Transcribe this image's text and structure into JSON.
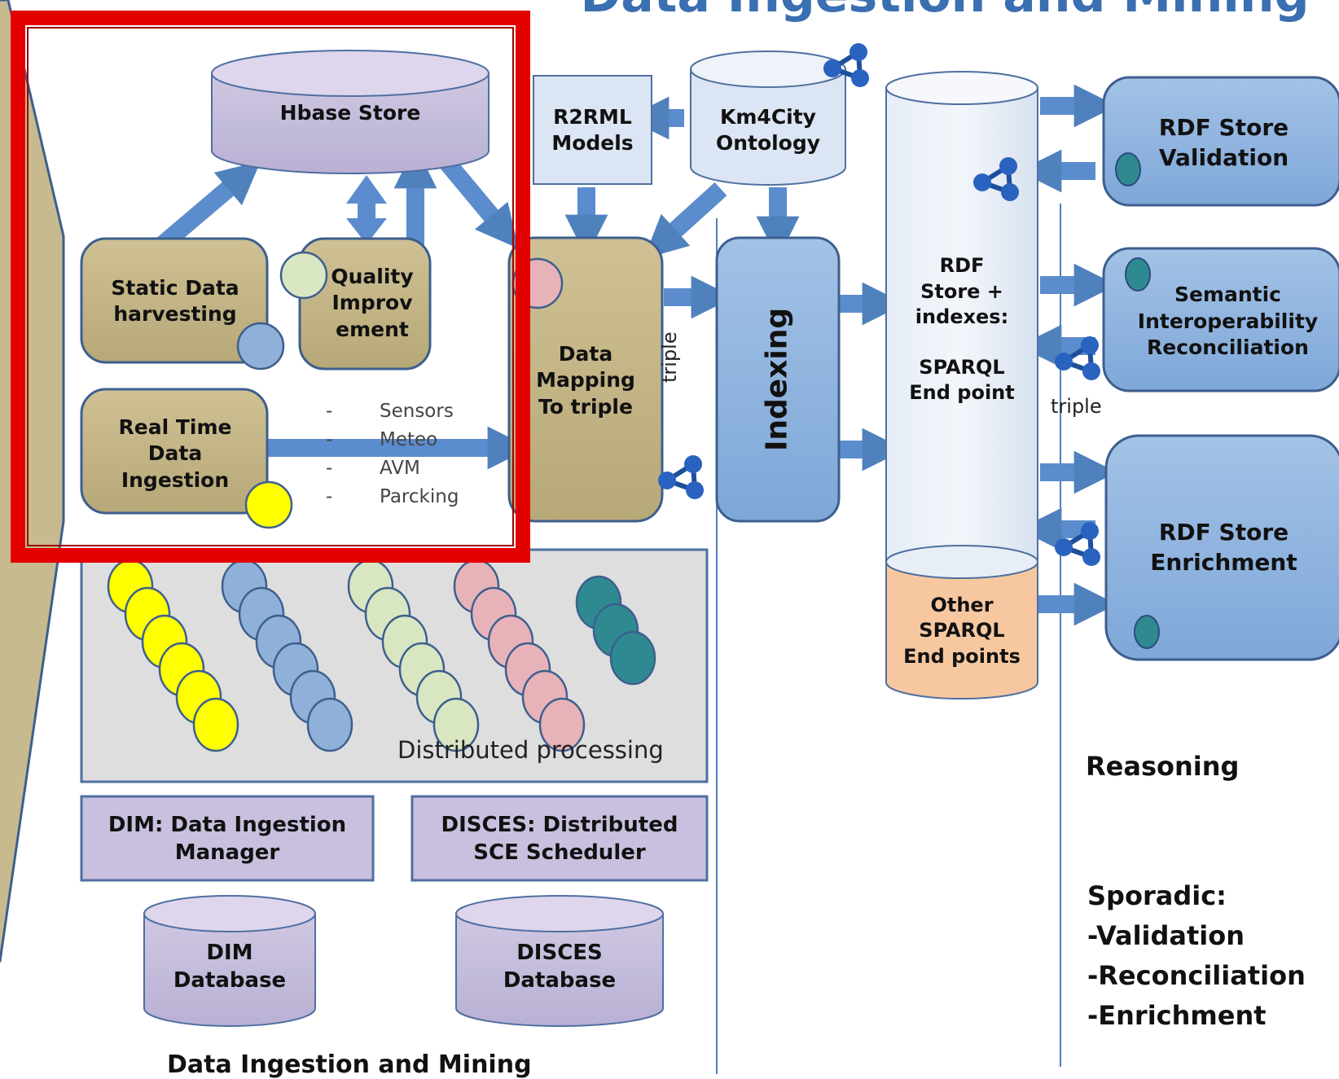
{
  "diagram": {
    "header_fragment": "Data Ingestion and Mining",
    "boxes": {
      "hbase": "Hbase Store",
      "r2rml": "R2RML\nModels",
      "ontology": "Km4City\nOntology",
      "static": "Static Data\nharvesting",
      "quality": "Quality\nImprov\nement",
      "realtime": "Real Time\nData\nIngestion",
      "mapping": "Data\nMapping\nTo triple",
      "indexing": "Indexing",
      "rdf_store": "RDF\nStore +\nindexes:\n\nSPARQL\nEnd point",
      "other_sparql": "Other\nSPARQL\nEnd points",
      "validation": "RDF Store\nValidation",
      "semantic": "Semantic\nInteroperability\nReconciliation",
      "enrichment": "RDF Store\nEnrichment",
      "dim": "DIM: Data Ingestion\nManager",
      "disces": "DISCES: Distributed\nSCE Scheduler",
      "dim_db": "DIM\nDatabase",
      "disces_db": "DISCES\nDatabase"
    },
    "sensors": [
      {
        "dash": "-",
        "text": "Sensors"
      },
      {
        "dash": "-",
        "text": "Meteo"
      },
      {
        "dash": "-",
        "text": "AVM"
      },
      {
        "dash": "-",
        "text": "Parcking"
      }
    ],
    "labels": {
      "triple_vertical": "triple",
      "triple_horizontal": "triple",
      "distributed": "Distributed processing",
      "reasoning": "Reasoning",
      "bottom_title": "Data Ingestion and Mining"
    },
    "sporadic": [
      "Sporadic:",
      "-Validation",
      "-Reconciliation",
      "-Enrichment"
    ]
  }
}
